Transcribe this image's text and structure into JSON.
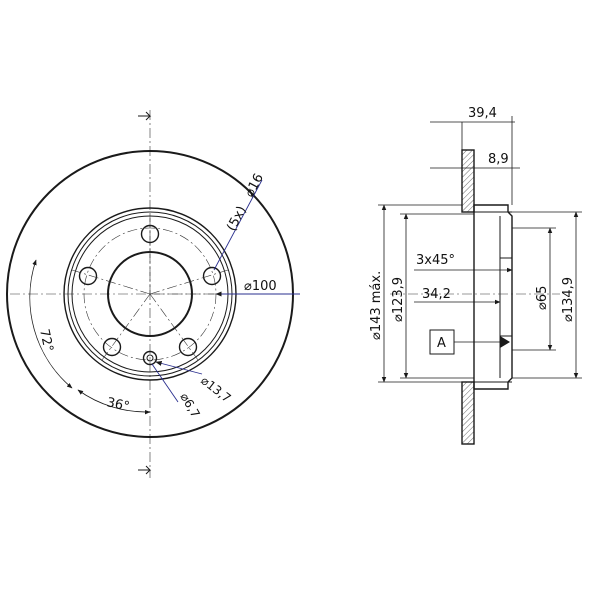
{
  "front_view": {
    "labels": {
      "bolt_count": "(5x)",
      "bolt_hole_dia": "⌀16",
      "bolt_circle": "⌀100",
      "angle_72": "72°",
      "angle_36": "36°",
      "pin_hole_a": "⌀13,7",
      "pin_hole_b": "⌀6,7"
    }
  },
  "side_view": {
    "labels": {
      "total_height": "39,4",
      "disc_thickness": "8,9",
      "chamfer": "3x45°",
      "hub_depth": "34,2",
      "outer_dia": "⌀143 máx.",
      "hat_dia": "⌀123,9",
      "bore_dia": "⌀65",
      "inner_dia": "⌀134,9",
      "datum": "A"
    }
  },
  "colors": {
    "line": "#1a1a1a",
    "leader": "#2a2f8f",
    "hatch": "#444444"
  }
}
